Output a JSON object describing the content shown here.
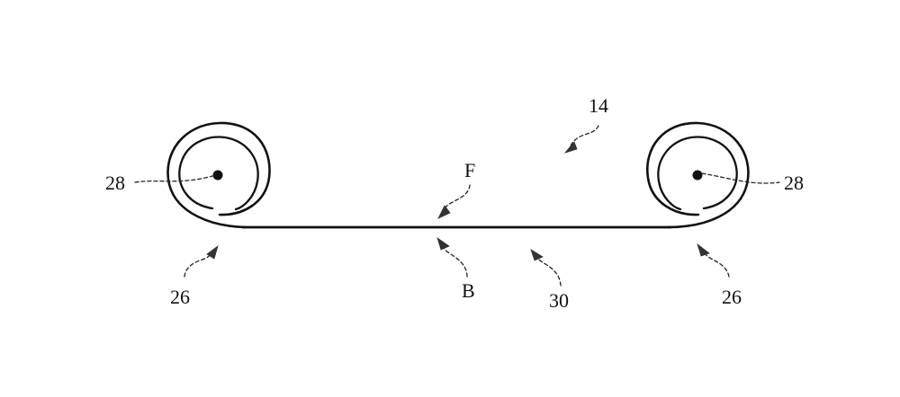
{
  "figure": {
    "labels": {
      "device": "14",
      "left_roll": "28",
      "right_roll": "28",
      "left_end": "26",
      "right_end": "26",
      "front_side": "F",
      "back_side": "B",
      "flat_section": "30"
    }
  },
  "colors": {
    "line": "#111111",
    "background": "#ffffff"
  }
}
